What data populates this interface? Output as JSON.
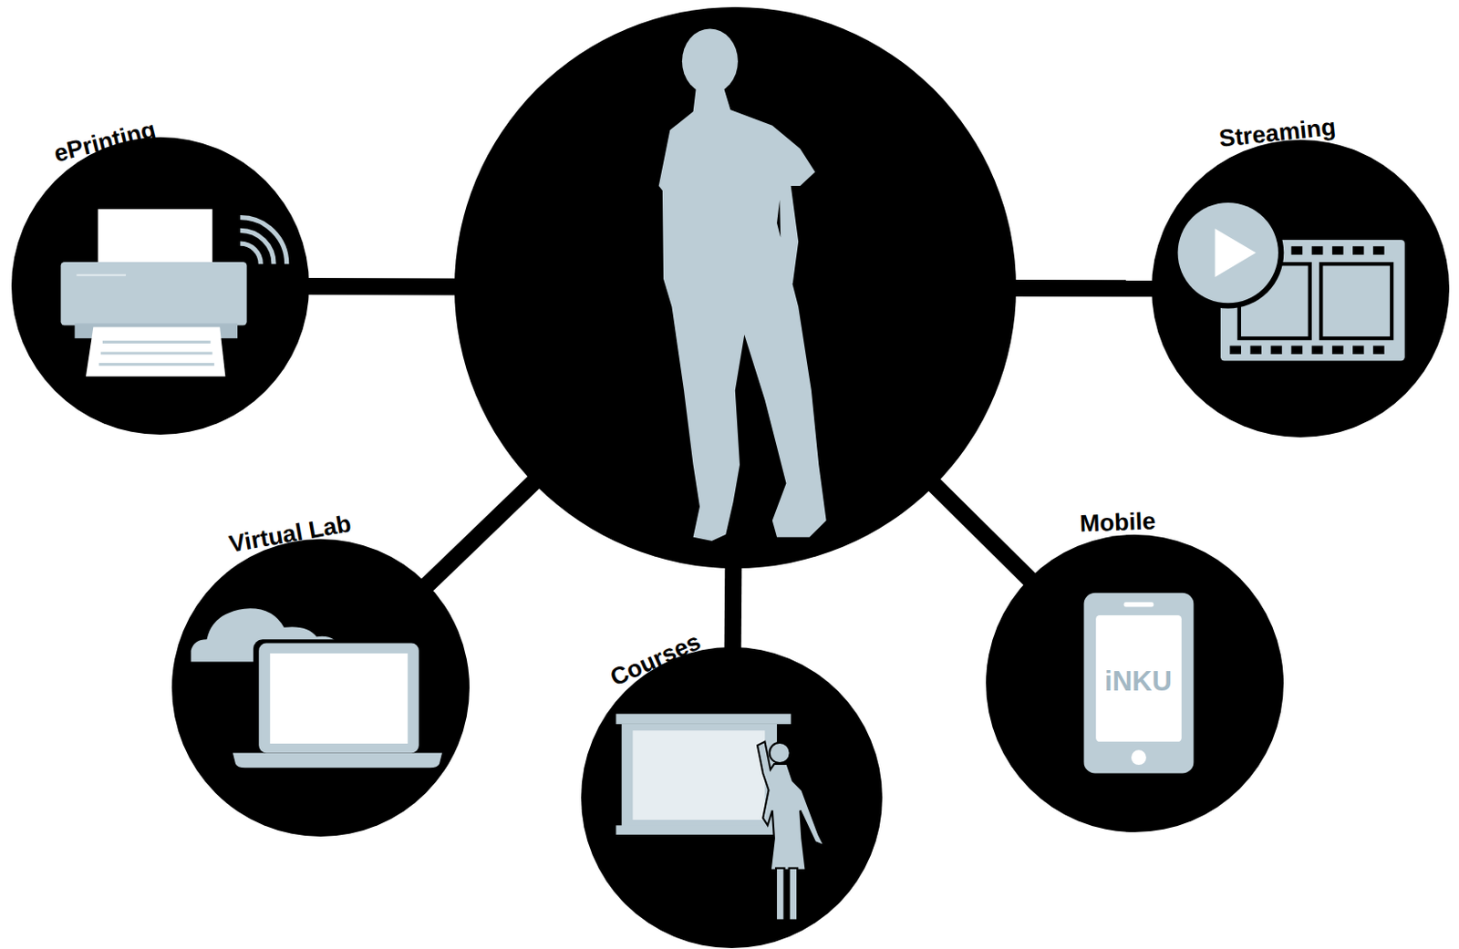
{
  "diagram": {
    "nodes": [
      {
        "text": []
      },
      {
        "text": [
          "ePrinting"
        ]
      },
      {
        "text": [
          "Streaming"
        ]
      },
      {
        "text": [
          "Virtual Lab"
        ]
      },
      {
        "text": [
          "Courses"
        ]
      },
      {
        "text": [
          "Mobile",
          "iNKU"
        ]
      }
    ],
    "edges": [
      {
        "from": 0,
        "to": 1,
        "arrow": "none"
      },
      {
        "from": 0,
        "to": 2,
        "arrow": "none"
      },
      {
        "from": 0,
        "to": 3,
        "arrow": "none"
      },
      {
        "from": 0,
        "to": 4,
        "arrow": "none"
      },
      {
        "from": 0,
        "to": 5,
        "arrow": "none"
      }
    ]
  }
}
